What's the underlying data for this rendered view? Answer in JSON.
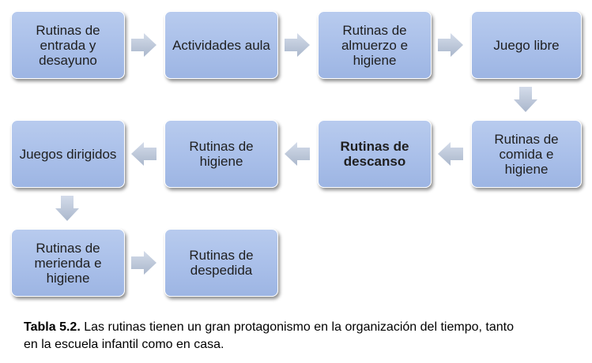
{
  "steps": [
    {
      "id": "entrada",
      "label": "Rutinas de entrada y desayuno",
      "bold": false
    },
    {
      "id": "actividades",
      "label": "Actividades aula",
      "bold": false
    },
    {
      "id": "almuerzo",
      "label": "Rutinas de almuerzo e higiene",
      "bold": false
    },
    {
      "id": "juego-libre",
      "label": "Juego libre",
      "bold": false
    },
    {
      "id": "comida",
      "label": "Rutinas de comida e higiene",
      "bold": false
    },
    {
      "id": "descanso",
      "label": "Rutinas de descanso",
      "bold": true
    },
    {
      "id": "higiene",
      "label": "Rutinas de higiene",
      "bold": false
    },
    {
      "id": "juegos-dirigidos",
      "label": "Juegos dirigidos",
      "bold": false
    },
    {
      "id": "merienda",
      "label": "Rutinas de merienda e higiene",
      "bold": false
    },
    {
      "id": "despedida",
      "label": "Rutinas de despedida",
      "bold": false
    }
  ],
  "caption": {
    "label": "Tabla 5.2.",
    "text": " Las rutinas tienen un gran protagonismo en la organización del tiempo, tanto en la escuela infantil como en casa."
  },
  "colors": {
    "box": "#a9bfe9",
    "arrow": "#c3cee0"
  }
}
